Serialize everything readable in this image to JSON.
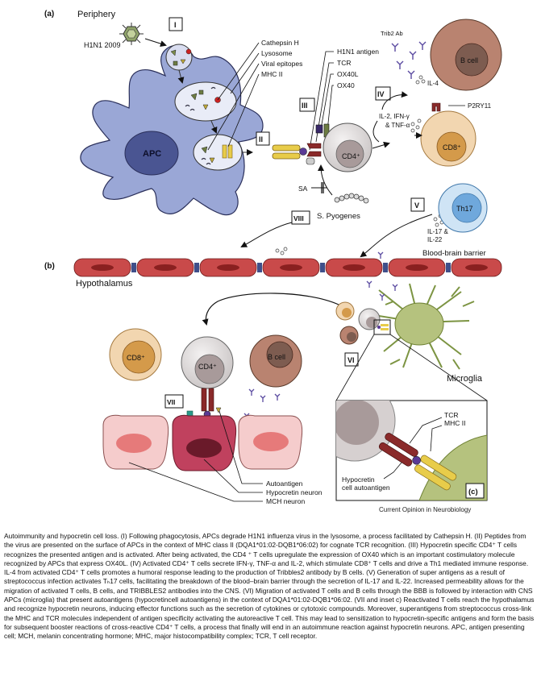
{
  "panel_a": {
    "tag": "(a)",
    "region": "Periphery",
    "virus": "H1N1 2009",
    "apc": "APC",
    "legend_labels": [
      "Cathepsin H",
      "Lysosome",
      "Viral epitopes",
      "MHC II"
    ],
    "tcell_labels": [
      "H1N1 antigen",
      "TCR",
      "OX40L",
      "OX40"
    ],
    "cd4": "CD4⁺",
    "cd8": "CD8⁺",
    "bcell": "B cell",
    "trib2": "Trib2 Ab",
    "il4": "IL-4",
    "p2ry11": "P2RY11",
    "cytokines": [
      "IL-2, IFN-γ",
      "& TNF-α"
    ],
    "th17": "Th17",
    "il17": [
      "IL-17 &",
      "IL-22"
    ],
    "sa": "SA",
    "strep": "S. Pyogenes",
    "steps": [
      "I",
      "II",
      "III",
      "IV",
      "V",
      "VIII"
    ]
  },
  "panel_b": {
    "tag": "(b)",
    "bbb": "Blood-brain barrier",
    "region": "Hypothalamus",
    "cd8": "CD8⁺",
    "cd4": "CD4⁺",
    "bcell": "B cell",
    "microglia": "Microglia",
    "steps": [
      "VI",
      "VII"
    ],
    "neuron_labels": [
      "Autoantigen",
      "Hypocretin neuron",
      "MCH neuron"
    ]
  },
  "panel_c": {
    "tag": "(c)",
    "labels": [
      "TCR",
      "MHC II"
    ],
    "autoantigen": [
      "Hypocretin",
      "cell autoantigen"
    ]
  },
  "credit": "Current Opinion in Neurobiology",
  "caption": "Autoimmunity and hypocretin cell loss. (I) Following phagocytosis, APCs degrade H1N1 influenza virus in the lysosome, a process facilitated by Cathepsin H. (II) Peptides from the virus are presented on the surface of APCs in the context of MHC class II (DQA1*01:02-DQB1*06:02) for cognate TCR recognition. (III) Hypocretin specific CD4⁺ T cells recognizes the presented antigen and is activated. After being activated, the CD4 ⁺ T cells upregulate the expression of OX40 which is an important costimulatory molecule recognized by APCs that express OX40L. (IV) Activated CD4⁺ T cells secrete IFN-γ, TNF-α and IL-2, which stimulate CD8⁺ T cells and drive a Th1 mediated immune response. IL-4 from activated CD4⁺ T cells promotes a humoral response leading to the production of Tribbles2 antibody by B cells. (V) Generation of super antigens as a result of streptococcus infection activates Tₕ17 cells, facilitating the breakdown of the blood–brain barrier through the secretion of IL-17 and IL-22. Increased permeability allows for the migration of activated T cells, B cells, and TRIBBLES2 antibodies into the CNS. (VI) Migration of activated T cells and B cells through the BBB is followed by interaction with CNS APCs (microglia) that present autoantigens (hypocretincell autoantigens) in the context of DQA1*01:02-DQB1*06:02. (VII and inset c) Reactivated T cells reach the hypothalamus and recognize hypocretin neurons, inducing effector functions such as the secretion of cytokines or cytotoxic compounds. Moreover, superantigens from streptococcus cross-link the MHC and TCR molecules independent of antigen specificity activating the autoreactive T cell. This may lead to sensitization to hypocretin-specific antigens and form the basis for subsequent booster reactions of cross-reactive CD4⁺ T cells, a process that finally will end in an autoimmune reaction against hypocretin neurons. APC, antigen presenting cell; MCH, melanin concentrating hormone; MHC, major histocompatibility complex; TCR, T cell receptor."
}
